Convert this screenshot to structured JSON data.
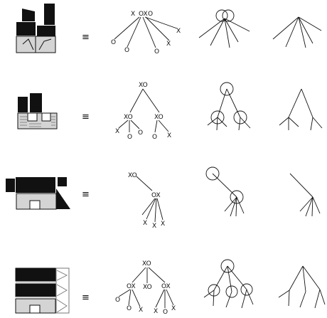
{
  "colors": {
    "ink": "#111111",
    "block_fill": "#111111",
    "ground_fill": "#d4d4d4",
    "background": "#ffffff"
  },
  "rows": [
    {
      "equivalence": "≡",
      "tree_labels": [
        "X",
        "OX",
        "O",
        "O",
        "O",
        "O",
        "X",
        "X"
      ]
    },
    {
      "equivalence": "≡",
      "tree_labels": [
        "XO",
        "XO",
        "XO",
        "X",
        "O",
        "O",
        "O",
        "X"
      ]
    },
    {
      "equivalence": "≡",
      "tree_labels": [
        "XO",
        "OX",
        "X",
        "X",
        "X"
      ]
    },
    {
      "equivalence": "≡",
      "tree_labels": [
        "XO",
        "OX",
        "XO",
        "OX",
        "O",
        "O",
        "X",
        "X",
        "O",
        "X"
      ]
    }
  ]
}
